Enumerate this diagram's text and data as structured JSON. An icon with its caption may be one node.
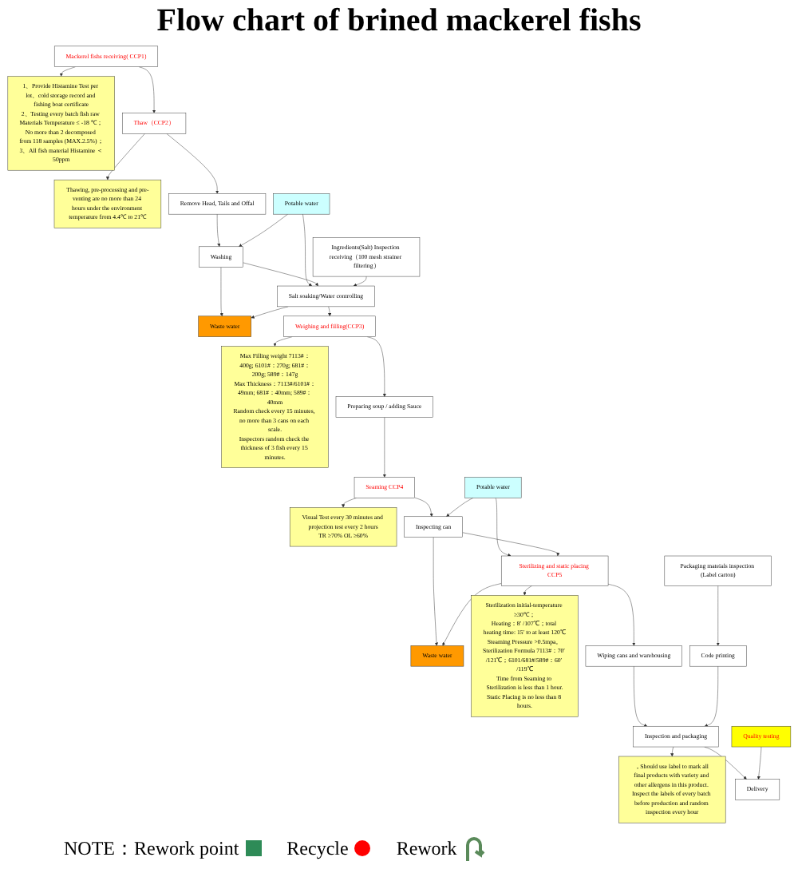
{
  "diagram": {
    "title": "Flow chart of brined mackerel fishs",
    "nodes": [
      {
        "text": [
          "Mackerel fishs receiving( CCP1)"
        ]
      },
      {
        "text": [
          "1、Provide Histamine Test per lot、cold storage record and fishing boat certificate",
          "2、Testing every batch fish raw Materials Temperature ≤ -18 ℃；No more than 2 decomposed from 118 samples (MAX.2.5%)；",
          "3、All fish material Histamine ＜50ppm"
        ]
      },
      {
        "text": [
          "Ingredients(Salt) Inspection receiving（100 mesh strainer filtering）"
        ]
      },
      {
        "text": [
          "Thaw（CCP2）"
        ]
      },
      {
        "text": [
          "Thawing, pre-processing and pre-venting are no more than 24 hours under the environment temperature from 4.4℃ to 21℃"
        ]
      },
      {
        "text": [
          "Remove Head, Tails and Offal"
        ]
      },
      {
        "text": [
          "Potable water"
        ]
      },
      {
        "text": [
          "Washing"
        ]
      },
      {
        "text": [
          "Waste water"
        ]
      },
      {
        "text": [
          "Salt soaking/Water controlling"
        ]
      },
      {
        "text": [
          "Weighing and filling(CCP3)"
        ]
      },
      {
        "text": [
          "Max Filling weight 7113#：400g; 6101#：270g; 681#：200g; 589#：147g",
          "Max Thickness：7113#/6101#：49mm; 681#：40mm; 589#：40mm",
          "Random check every 15 minutes, no more than 3 cans on each scale.",
          "Inspectors random check the thickness of 3 fish every 15 minutes."
        ]
      },
      {
        "text": [
          "Preparing soup / adding Sauce"
        ]
      },
      {
        "text": [
          "Seaming CCP4"
        ]
      },
      {
        "text": [
          "Visual Test every 30 minutes and projection test every 2 hours",
          "TR ≥70% OL ≥60%"
        ]
      },
      {
        "text": [
          "Potable water"
        ]
      },
      {
        "text": [
          "Inspecting can"
        ]
      },
      {
        "text": [
          "Waste water"
        ]
      },
      {
        "text": [
          "Sterilizing and static placing CCP5"
        ]
      },
      {
        "text": [
          "Sterilization initial-temperature ≥30℃；",
          "Heating：8′ /107℃；total heating time: 15′ to at least 120℃",
          "Steaming Pressure >0.5mpa。",
          "Sterilization Formula 7113#：70′ /121℃；6101/681#/589#：60′ /119℃",
          "Time from Seaming to Sterilization is less than 1 hour.",
          "Static Placing is no less than 8 hours."
        ]
      },
      {
        "text": [
          "Packaging mateials inspection (Label carton)"
        ]
      },
      {
        "text": [
          "Wiping cans and warehousing"
        ]
      },
      {
        "text": [
          "Code printing"
        ]
      },
      {
        "text": [
          "Inspection and packaging"
        ]
      },
      {
        "text": [
          "，Should use label to mark all final products with variety and other allergens in this product. Inspect the labels of every batch before production and random inspection every hour"
        ]
      },
      {
        "text": [
          "Quality testing"
        ]
      },
      {
        "text": [
          "Delivery"
        ]
      }
    ],
    "edges": [
      {
        "from": 0,
        "to": 1,
        "arrow": "to"
      },
      {
        "from": 0,
        "to": 3,
        "arrow": "to"
      },
      {
        "from": 3,
        "to": 4,
        "arrow": "to"
      },
      {
        "from": 3,
        "to": 5,
        "arrow": "to"
      },
      {
        "from": 5,
        "to": 7,
        "arrow": "to"
      },
      {
        "from": 6,
        "to": 7,
        "arrow": "to"
      },
      {
        "from": 6,
        "to": 9,
        "arrow": "to"
      },
      {
        "from": 7,
        "to": 9,
        "arrow": "to"
      },
      {
        "from": 7,
        "to": 8,
        "arrow": "to"
      },
      {
        "from": 9,
        "to": 8,
        "arrow": "to"
      },
      {
        "from": 2,
        "to": 9,
        "arrow": "to"
      },
      {
        "from": 9,
        "to": 10,
        "arrow": "to"
      },
      {
        "from": 10,
        "to": 11,
        "arrow": "to"
      },
      {
        "from": 10,
        "to": 12,
        "arrow": "to"
      },
      {
        "from": 12,
        "to": 13,
        "arrow": "to"
      },
      {
        "from": 13,
        "to": 14,
        "arrow": "to"
      },
      {
        "from": 13,
        "to": 16,
        "arrow": "to"
      },
      {
        "from": 15,
        "to": 16,
        "arrow": "to"
      },
      {
        "from": 15,
        "to": 18,
        "arrow": "to"
      },
      {
        "from": 16,
        "to": 18,
        "arrow": "to"
      },
      {
        "from": 16,
        "to": 17,
        "arrow": "to"
      },
      {
        "from": 18,
        "to": 17,
        "arrow": "to"
      },
      {
        "from": 18,
        "to": 19,
        "arrow": "to"
      },
      {
        "from": 18,
        "to": 21,
        "arrow": "to"
      },
      {
        "from": 20,
        "to": 22,
        "arrow": "to"
      },
      {
        "from": 21,
        "to": 23,
        "arrow": "to"
      },
      {
        "from": 22,
        "to": 23,
        "arrow": "to"
      },
      {
        "from": 23,
        "to": 24,
        "arrow": "to"
      },
      {
        "from": 23,
        "to": 26,
        "arrow": "to"
      },
      {
        "from": 25,
        "to": 26,
        "arrow": "to"
      }
    ],
    "legend": [
      {
        "text": "NOTE：Rework point",
        "color": "#2e8b57"
      },
      {
        "text": "Recycle",
        "color": "#ff0000"
      },
      {
        "text": "Rework"
      }
    ]
  }
}
